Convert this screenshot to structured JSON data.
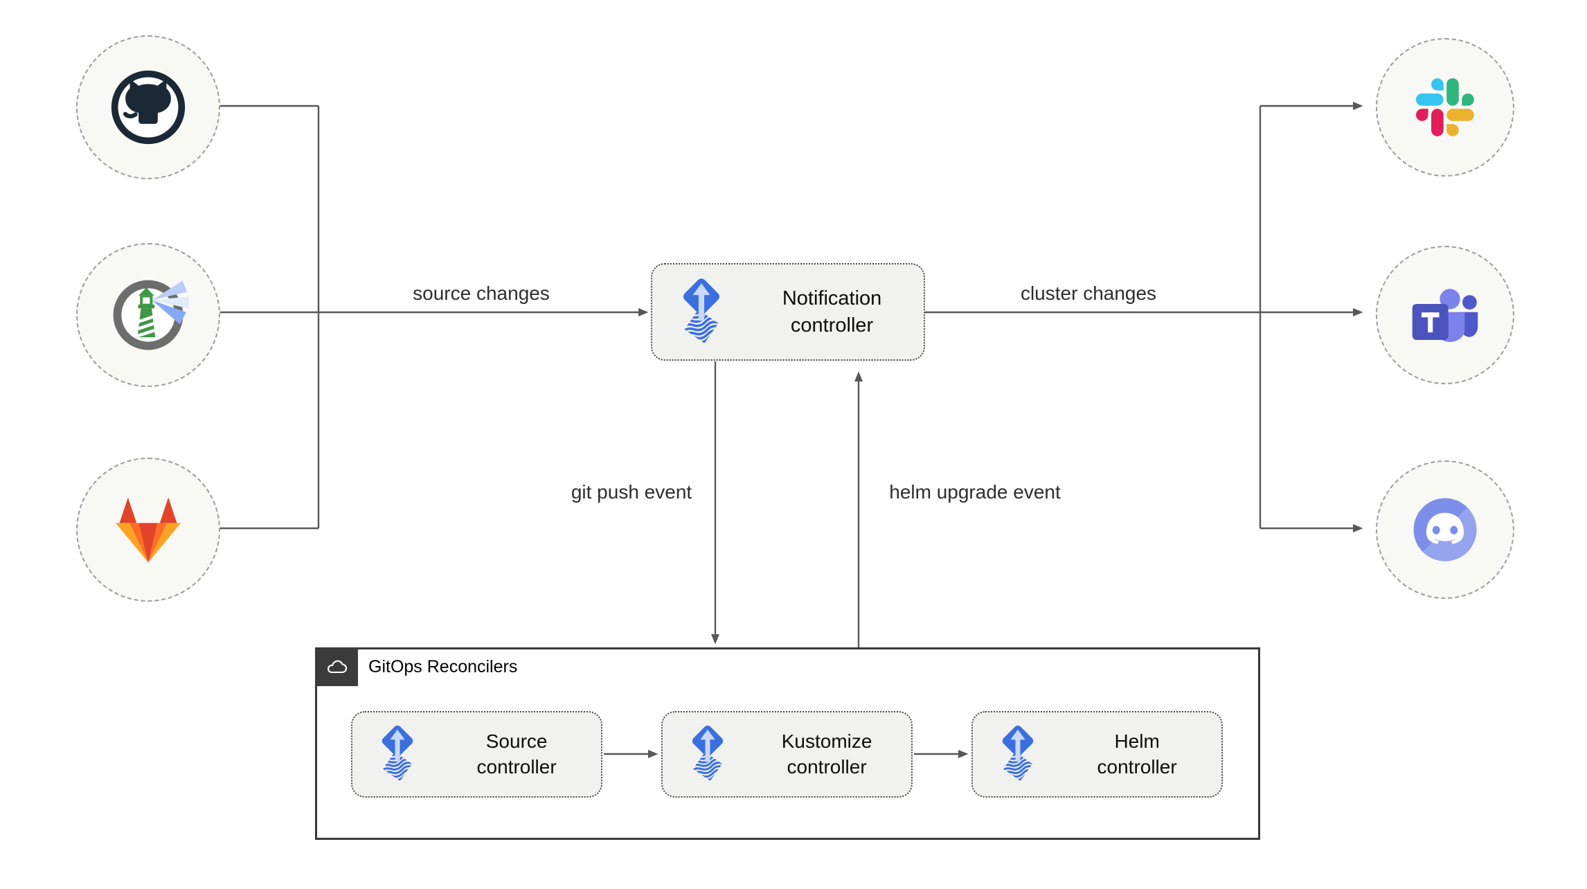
{
  "diagram": {
    "notification_controller": {
      "label": "Notification controller",
      "icon": "flux-icon"
    },
    "gitops_group": {
      "label": "GitOps Reconcilers",
      "icon": "cloud-icon"
    },
    "reconcilers": [
      {
        "id": "source-controller",
        "label": "Source controller",
        "icon": "flux-icon"
      },
      {
        "id": "kustomize-controller",
        "label": "Kustomize controller",
        "icon": "flux-icon"
      },
      {
        "id": "helm-controller",
        "label": "Helm controller",
        "icon": "flux-icon"
      }
    ],
    "edges": {
      "source_changes": "source changes",
      "cluster_changes": "cluster changes",
      "git_push_event": "git push event",
      "helm_upgrade_event": "helm upgrade event"
    },
    "source_nodes": [
      {
        "id": "github",
        "icon": "github-icon"
      },
      {
        "id": "harbor",
        "icon": "harbor-icon"
      },
      {
        "id": "gitlab",
        "icon": "gitlab-icon"
      }
    ],
    "notify_nodes": [
      {
        "id": "slack",
        "icon": "slack-icon"
      },
      {
        "id": "teams",
        "icon": "microsoft-teams-icon"
      },
      {
        "id": "discord",
        "icon": "discord-icon"
      }
    ],
    "colors": {
      "connector_line": "#575757",
      "flux_blue": "#3a6fe0",
      "flux_arrow_light": "#c9d8f7",
      "box_fill": "#f1f1ef",
      "node_fill": "#f8f8f5",
      "github_dark": "#1b2836",
      "gitlab_red": "#e24329",
      "gitlab_orange": "#fc6d26",
      "gitlab_yellow": "#fca326",
      "harbor_green": "#3f9745",
      "slack_blue": "#36c5f0",
      "slack_green": "#2eb67d",
      "slack_red": "#e01e5a",
      "slack_yellow": "#ecb22e",
      "teams_purple": "#4b53bc",
      "teams_light_purple": "#7b83eb",
      "discord_blurple": "#7d8ee9"
    }
  }
}
